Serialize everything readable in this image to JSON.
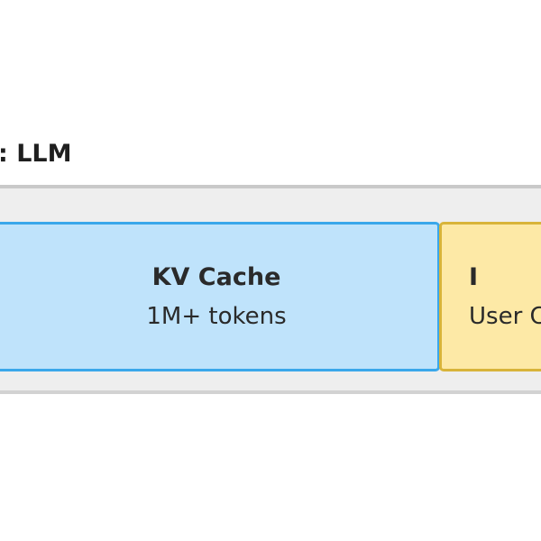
{
  "diagram": {
    "heading": ": LLM",
    "blocks": [
      {
        "title": "KV Cache",
        "subtitle": "1M+ tokens",
        "fill": "#bfe3fb",
        "border": "#3aa7ea"
      },
      {
        "title": "I",
        "subtitle": "User C",
        "fill": "#fde9a6",
        "border": "#d8b43a"
      }
    ]
  }
}
